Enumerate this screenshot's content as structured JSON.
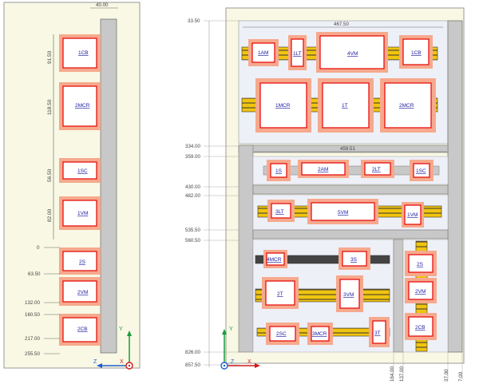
{
  "side_view": {
    "dims_top": "40.00",
    "dims_height": [
      "91.50",
      "118.50",
      "56.50",
      "82.00"
    ],
    "dims_bottom": [
      "0",
      "63.50",
      "132.00",
      "160.50",
      "217.00",
      "255.50"
    ],
    "rooms": [
      "1CB",
      "2MCR",
      "1SC",
      "1VM",
      "2S",
      "2VM",
      "2CB"
    ],
    "axes": {
      "y": "Y",
      "z": "Z",
      "x": "X"
    }
  },
  "front_view": {
    "width_top": "467.50",
    "width_mid": "459.51",
    "left_dims": [
      "33.50",
      "334.00",
      "359.00",
      "430.00",
      "482.00",
      "535.50",
      "560.50",
      "826.00",
      "857.50"
    ],
    "bottom_dims": [
      "164.00",
      "137.00",
      "37.00",
      "7.00"
    ],
    "rooms": [
      "1AM",
      "1LT",
      "4VM",
      "1CB",
      "1MCR",
      "1T",
      "2MCR",
      "1S",
      "2AM",
      "2LT",
      "1SC",
      "3LT",
      "5VM",
      "1VM",
      "4MCR",
      "3S",
      "2T",
      "3VM",
      "2SC",
      "3MCR",
      "3T",
      "2S",
      "2VM",
      "2CB"
    ],
    "axes": {
      "y": "Y",
      "x": "X",
      "z": "Z"
    }
  },
  "colors": {
    "panel": "#f8f8e4",
    "room_fill": "#ffffff",
    "room_border": "#e60000",
    "pad": "#f6a98d",
    "floor": "#eef0f8",
    "wall": "#c8c8c8",
    "rail": "#f1c40f"
  }
}
